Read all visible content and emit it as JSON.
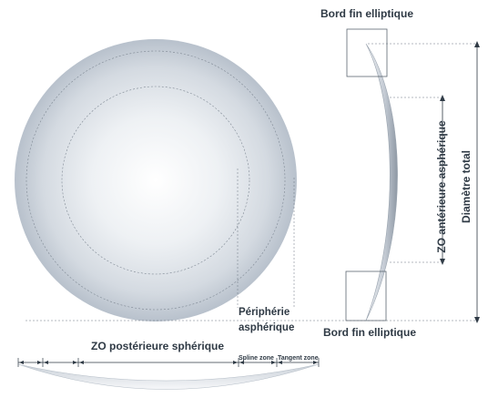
{
  "labels": {
    "bord_top": "Bord fin elliptique",
    "bord_bottom": "Bord fin elliptique",
    "periph_line1": "Périphérie",
    "periph_line2": "asphérique",
    "zo_posterieure": "ZO postérieure sphérique",
    "spline_zone": "Spline zone",
    "tangent_zone": "Tangent zone",
    "zo_anterieure": "ZO antérieure asphérique",
    "diametre": "Diamètre total"
  },
  "colors": {
    "text": "#2f3a45",
    "lens_center": "#ffffff",
    "lens_edge": "#aeb8c4",
    "guide": "#6a7580"
  }
}
